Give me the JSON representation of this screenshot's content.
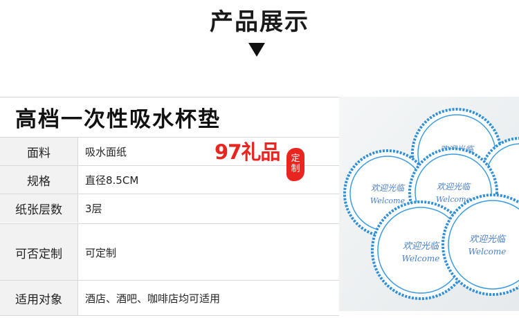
{
  "header": {
    "title": "产品展示"
  },
  "product": {
    "name": "高档一次性吸水杯垫",
    "specs": [
      {
        "label": "面料",
        "value": "吸水面纸"
      },
      {
        "label": "规格",
        "value": "直径8.5CM"
      },
      {
        "label": "纸张层数",
        "value": "3层"
      },
      {
        "label": "可否定制",
        "value": "可定制"
      },
      {
        "label": "适用对象",
        "value": "酒店、酒吧、咖啡店均可适用"
      }
    ]
  },
  "brand": {
    "logo_text": "97礼品",
    "stamp_chars": [
      "定",
      "制"
    ]
  },
  "coaster": {
    "text_cn": "欢迎光临",
    "text_en": "Welcome",
    "ring_color": "#3a9be0",
    "edge_color": "#2f8fd8",
    "text_color": "#4a7fc8"
  },
  "colors": {
    "brand_red": "#e8251f",
    "label_bg": "#f2f2f2",
    "photo_bg": "#eef1f3"
  }
}
